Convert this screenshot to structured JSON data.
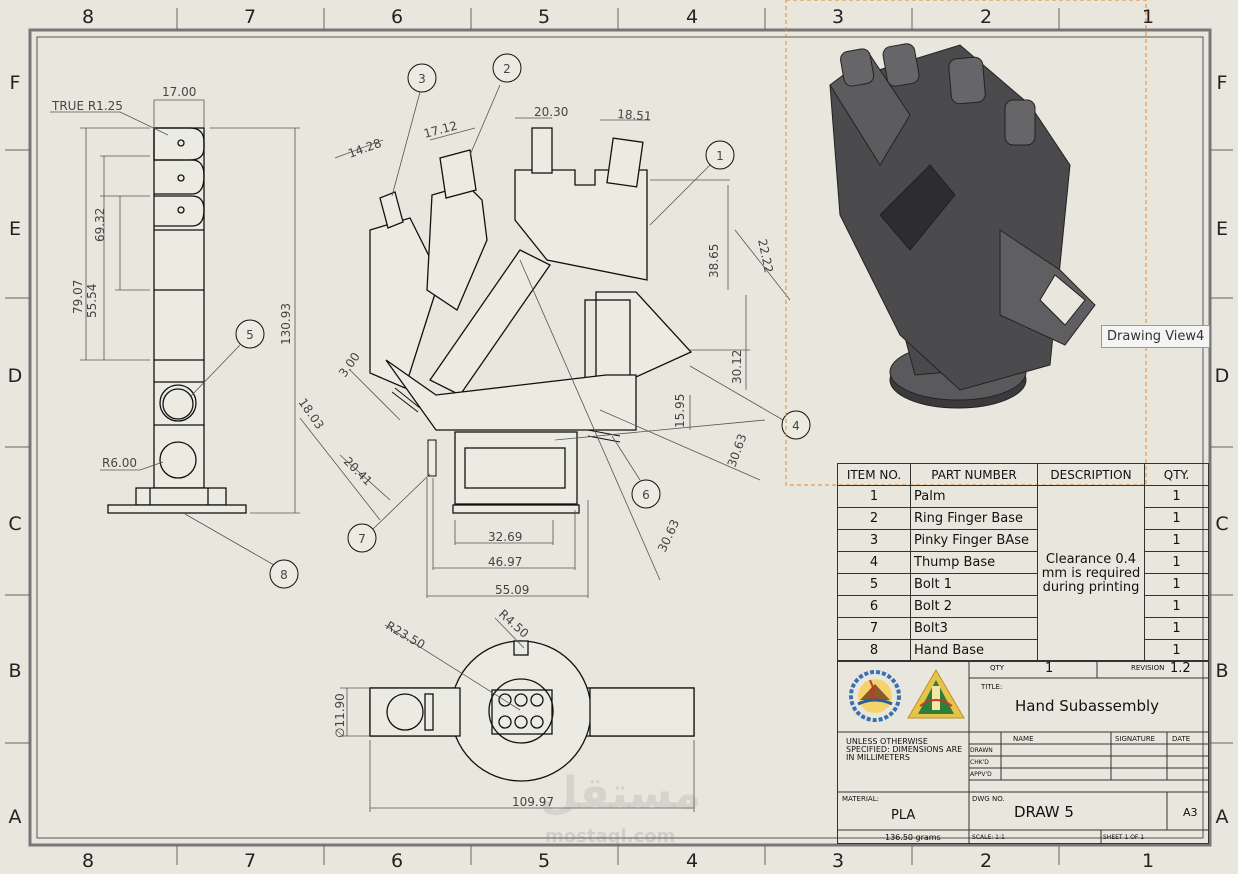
{
  "zones_top": [
    "8",
    "7",
    "6",
    "5",
    "4",
    "3",
    "2",
    "1"
  ],
  "zones_side": [
    "F",
    "E",
    "D",
    "C",
    "B",
    "A"
  ],
  "tooltip": "Drawing View4",
  "dimensions": {
    "true_r": "TRUE R1.25",
    "d17": "17.00",
    "d6932": "69.32",
    "d7907": "79.07",
    "d5554": "55.54",
    "d13093": "130.93",
    "r600": "R6.00",
    "d1428": "14.28",
    "d1712": "17.12",
    "d2030": "20.30",
    "d1851": "18.51",
    "d3865": "38.65",
    "d2222": "22.22",
    "d3012": "30.12",
    "d1595": "15.95",
    "d3063a": "30.63",
    "d3063b": "30.63",
    "d300": "3.00",
    "d1803": "18.03",
    "d2041": "20.41",
    "d3269": "32.69",
    "d4697": "46.97",
    "d5509": "55.09",
    "r2350": "R23.50",
    "r450": "R4.50",
    "d1190": "∅11.90",
    "d10997": "109.97"
  },
  "balloons": [
    "1",
    "2",
    "3",
    "4",
    "5",
    "6",
    "7",
    "8"
  ],
  "bom": {
    "headers": [
      "ITEM NO.",
      "PART NUMBER",
      "DESCRIPTION",
      "QTY."
    ],
    "rows": [
      {
        "item": "1",
        "part": "Palm",
        "qty": "1"
      },
      {
        "item": "2",
        "part": "Ring Finger Base",
        "qty": "1"
      },
      {
        "item": "3",
        "part": "Pinky Finger BAse",
        "qty": "1"
      },
      {
        "item": "4",
        "part": "Thump Base",
        "qty": "1"
      },
      {
        "item": "5",
        "part": "Bolt 1",
        "qty": "1"
      },
      {
        "item": "6",
        "part": "Bolt 2",
        "qty": "1"
      },
      {
        "item": "7",
        "part": "Bolt3",
        "qty": "1"
      },
      {
        "item": "8",
        "part": "Hand Base",
        "qty": "1"
      }
    ],
    "description": "Clearance 0.4 mm is required during printing"
  },
  "titleblock": {
    "qty_label": "QTY",
    "qty": "1",
    "revision_label": "REVISION",
    "revision": "1.2",
    "title_label": "TITLE:",
    "title": "Hand Subassembly",
    "unless": "UNLESS OTHERWISE SPECIFIED: DIMENSIONS ARE IN MILLIMETERS",
    "name_label": "NAME",
    "signature_label": "SIGNATURE",
    "date_label": "DATE",
    "drawn_label": "DRAWN",
    "chkd_label": "CHK'D",
    "appvd_label": "APPV'D",
    "material_label": "MATERIAL:",
    "material": "PLA",
    "dwg_label": "DWG NO.",
    "dwg_no": "DRAW 5",
    "size": "A3",
    "weight": "136.50 grams",
    "scale": "SCALE: 1:1",
    "sheet": "SHEET 1 OF 1"
  },
  "watermark": {
    "arabic": "مستقل",
    "latin": "mostaql.com"
  }
}
